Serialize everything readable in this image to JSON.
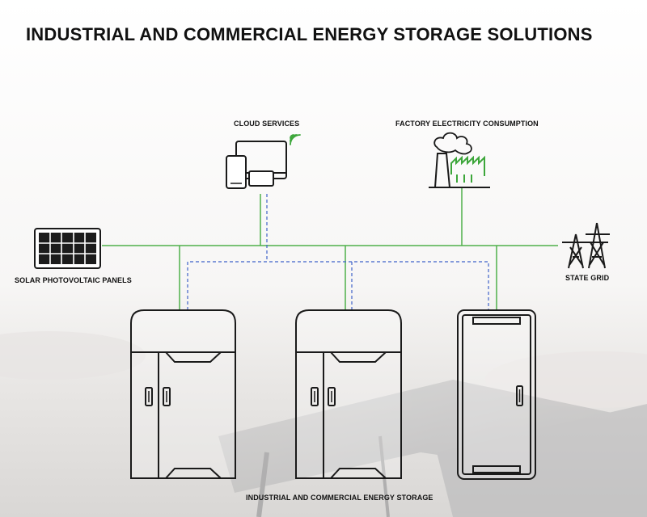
{
  "title": "INDUSTRIAL AND COMMERCIAL ENERGY STORAGE SOLUTIONS",
  "labels": {
    "cloud_services": "CLOUD SERVICES",
    "factory": "FACTORY ELECTRICITY CONSUMPTION",
    "solar": "SOLAR PHOTOVOLTAIC PANELS",
    "state_grid": "STATE GRID",
    "storage": "INDUSTRIAL AND COMMERCIAL ENERGY STORAGE"
  },
  "icons": {
    "cloud": "devices-icon",
    "wifi": "wifi-icon",
    "factory": "factory-icon",
    "solar": "solar-panel-icon",
    "grid": "transmission-tower-icon",
    "cabinets": [
      "storage-cabinet-icon",
      "storage-cabinet-icon",
      "control-cabinet-icon"
    ]
  },
  "colors": {
    "power_line": "#4fb04a",
    "data_line": "#3f62c9",
    "icon_stroke": "#1a1a1a",
    "accent_green": "#3ca63a"
  }
}
